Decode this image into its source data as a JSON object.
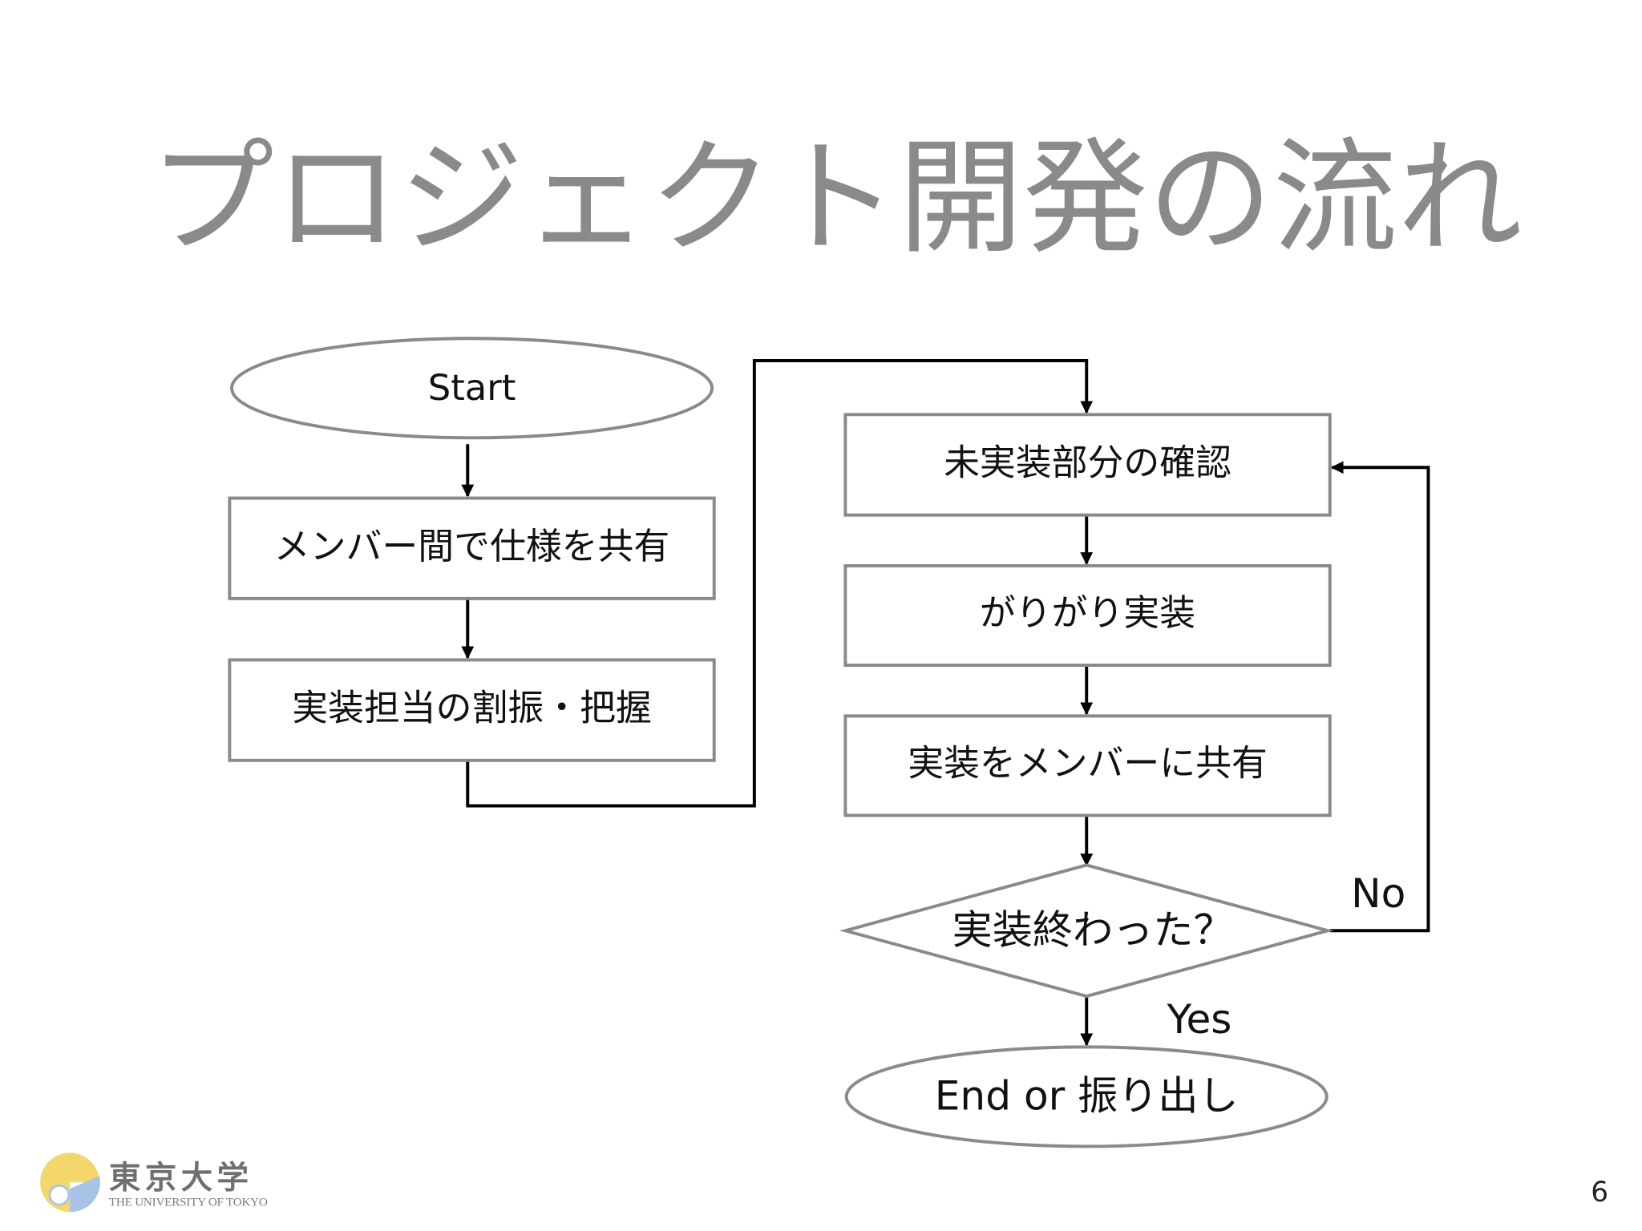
{
  "slide": {
    "title": "プロジェクト開発の流れ",
    "page_number": "6"
  },
  "flowchart": {
    "start": "Start",
    "step1": "メンバー間で仕様を共有",
    "step2": "実装担当の割振・把握",
    "step3": "未実装部分の確認",
    "step4": "がりがり実装",
    "step5": "実装をメンバーに共有",
    "decision": "実装終わった？",
    "no_label": "No",
    "yes_label": "Yes",
    "end": "End or 振り出し"
  },
  "logo": {
    "name_ja": "東京大学",
    "name_en": "THE UNIVERSITY OF TOKYO",
    "colors": {
      "yellow": "#f3d76a",
      "blue": "#a9c2e8"
    }
  }
}
